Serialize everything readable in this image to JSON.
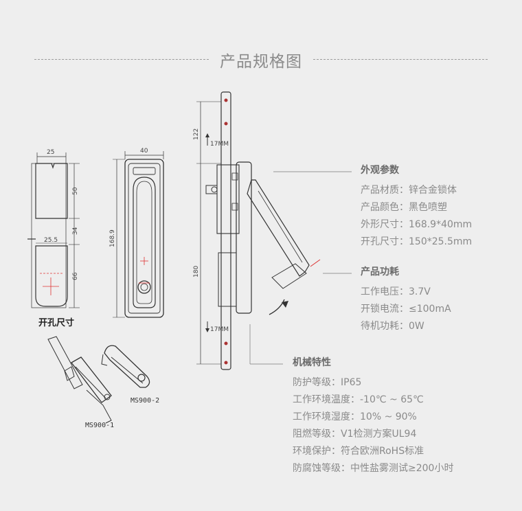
{
  "page_title": "产品规格图",
  "appearance": {
    "heading": "外观参数",
    "items": [
      "产品材质：锌合金锁体",
      "产品颜色：黑色喷塑",
      "外形尺寸：168.9*40mm",
      "开孔尺寸：150*25.5mm"
    ]
  },
  "power": {
    "heading": "产品功耗",
    "items": [
      "工作电压：3.7V",
      "开锁电流：≤100mA",
      "待机功耗：0W"
    ]
  },
  "mechanical": {
    "heading": "机械特性",
    "items": [
      "防护等级：IP65",
      "工作环境温度：-10℃ ~ 65℃",
      "工作环境湿度：10% ~ 90%",
      "阻燃等级：V1检测方案UL94",
      "环境保护：符合欧洲RoHS标准",
      "防腐蚀等级：中性盐雾测试≥200小时"
    ]
  },
  "drawing": {
    "cutout_label": "开孔尺寸",
    "dims": {
      "w25": "25",
      "h50": "50",
      "h34": "34",
      "w255": "25.5",
      "h66": "66",
      "w40": "40",
      "h1689": "168.9",
      "h122": "122",
      "h180": "180",
      "m17a": "17MM",
      "m17b": "17MM"
    },
    "model_1": "MS900-1",
    "model_2": "MS900-2"
  }
}
